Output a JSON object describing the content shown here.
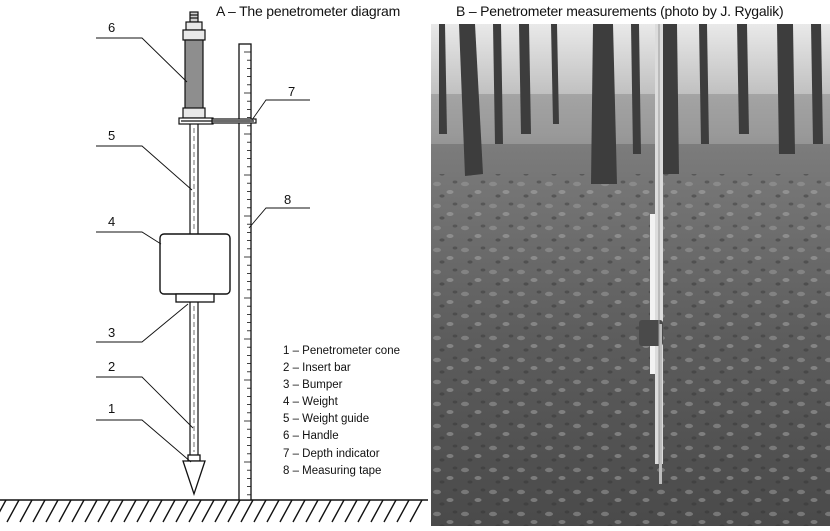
{
  "panel_a": {
    "title": "A – The penetrometer diagram",
    "callouts": [
      "1",
      "2",
      "3",
      "4",
      "5",
      "6",
      "7",
      "8"
    ],
    "legend": [
      "1 – Penetrometer cone",
      "2 – Insert bar",
      "3 – Bumper",
      "4 – Weight",
      "5 – Weight guide",
      "6 – Handle",
      "7 – Depth indicator",
      "8 – Measuring tape"
    ]
  },
  "panel_b": {
    "title": "B – Penetrometer measurements (photo by J. Rygalik)"
  }
}
